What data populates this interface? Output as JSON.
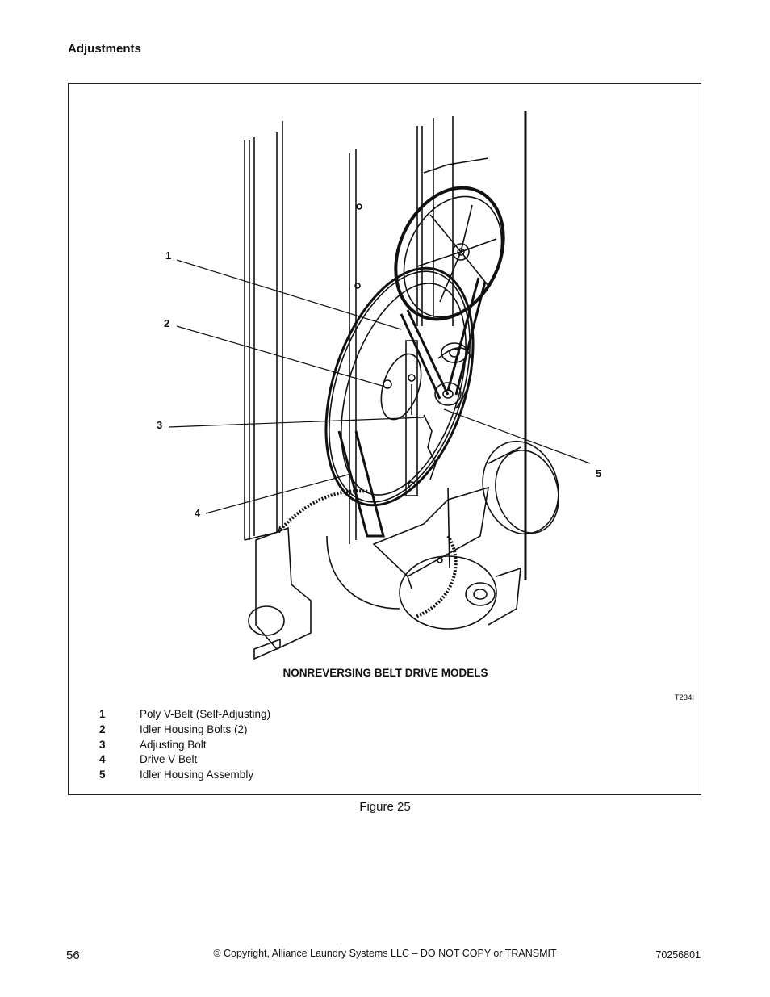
{
  "header": {
    "section_title": "Adjustments"
  },
  "figure": {
    "caption": "NONREVERSING BELT DRIVE MODELS",
    "code": "T234I",
    "callouts": [
      "1",
      "2",
      "3",
      "4",
      "5"
    ],
    "legend": [
      {
        "num": "1",
        "label": "Poly V-Belt (Self-Adjusting)"
      },
      {
        "num": "2",
        "label": "Idler Housing Bolts (2)"
      },
      {
        "num": "3",
        "label": "Adjusting Bolt"
      },
      {
        "num": "4",
        "label": "Drive V-Belt"
      },
      {
        "num": "5",
        "label": "Idler Housing Assembly"
      }
    ],
    "label": "Figure 25"
  },
  "footer": {
    "page_number": "56",
    "copyright": "© Copyright, Alliance Laundry Systems LLC – DO NOT COPY or TRANSMIT",
    "doc_number": "70256801"
  }
}
